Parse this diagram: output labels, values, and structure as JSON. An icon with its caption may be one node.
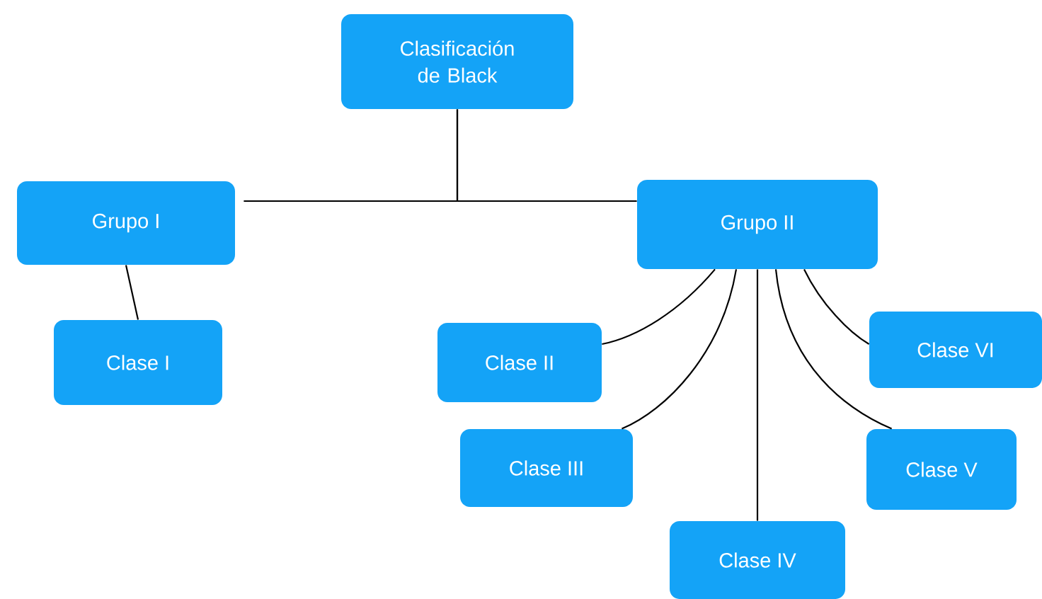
{
  "diagram": {
    "nodes": [
      {
        "text": [
          "Clasificación de Black"
        ]
      },
      {
        "text": [
          "Grupo I"
        ]
      },
      {
        "text": [
          "Grupo II"
        ]
      },
      {
        "text": [
          "Clase I"
        ]
      },
      {
        "text": [
          "Clase II"
        ]
      },
      {
        "text": [
          "Clase III"
        ]
      },
      {
        "text": [
          "Clase IV"
        ]
      },
      {
        "text": [
          "Clase V"
        ]
      },
      {
        "text": [
          "Clase VI"
        ]
      }
    ],
    "edges": [
      {
        "from": 0,
        "to": 1,
        "arrow": "none"
      },
      {
        "from": 0,
        "to": 2,
        "arrow": "none"
      },
      {
        "from": 1,
        "to": 3,
        "arrow": "none"
      },
      {
        "from": 2,
        "to": 4,
        "arrow": "none"
      },
      {
        "from": 2,
        "to": 5,
        "arrow": "none"
      },
      {
        "from": 2,
        "to": 6,
        "arrow": "none"
      },
      {
        "from": 2,
        "to": 7,
        "arrow": "none"
      },
      {
        "from": 2,
        "to": 8,
        "arrow": "none"
      }
    ]
  }
}
